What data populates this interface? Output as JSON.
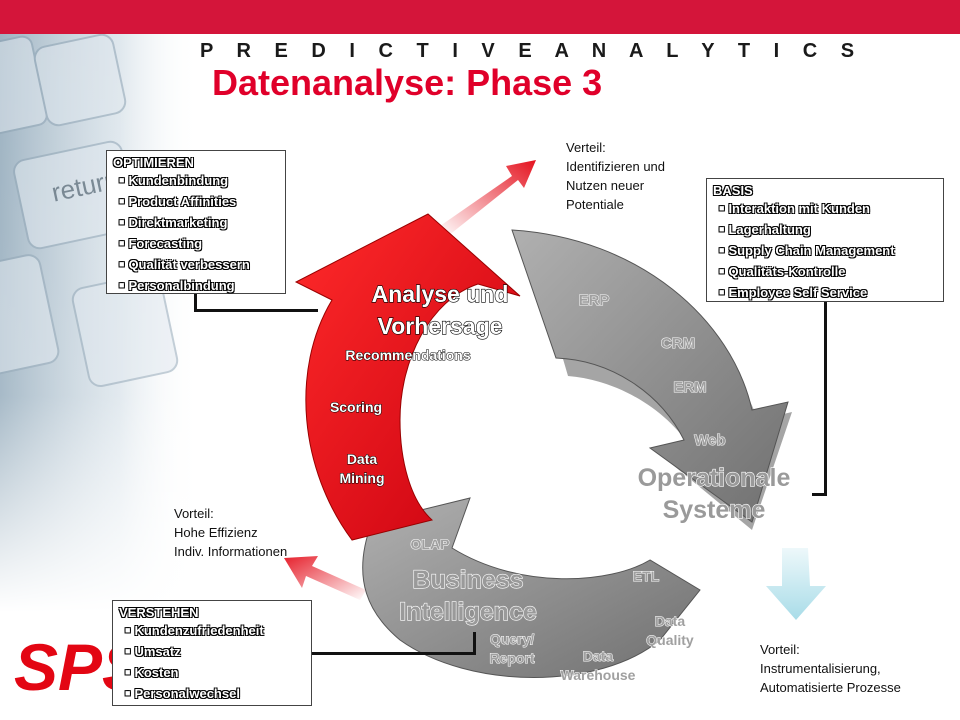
{
  "header": {
    "kicker": "P R E D I C T I V E   A N A L Y T I C S",
    "title": "Datenanalyse: Phase 3"
  },
  "colors": {
    "accent_red": "#e0002a",
    "segment_red": "#e30613",
    "segment_gray": "#8c8c8c",
    "arrow_cyan": "#a8dce8"
  },
  "background": {
    "key_label": "return",
    "logo_text": "SPSS"
  },
  "cycle": {
    "segments": {
      "analysis": {
        "label_line1": "Analyse und",
        "label_line2": "Vorhersage",
        "items": [
          "Recommendations",
          "Scoring",
          "Data",
          "Mining"
        ]
      },
      "operational": {
        "label_line1": "Operationale",
        "label_line2": "Systeme",
        "items": [
          "ERP",
          "CRM",
          "ERM",
          "Web"
        ]
      },
      "bi": {
        "label_line1": "Business",
        "label_line2": "Intelligence",
        "items": [
          "OLAP",
          "ETL",
          "Data",
          "Quality",
          "Query/",
          "Report",
          "Data",
          "Warehouse"
        ]
      }
    }
  },
  "boxes": {
    "optimieren": {
      "title": "OPTIMIEREN",
      "items": [
        "Kundenbindung",
        "Product Affinities",
        "Direktmarketing",
        "Forecasting",
        "Qualität verbessern",
        "Personalbindung"
      ]
    },
    "basis": {
      "title": "BASIS",
      "items": [
        "Interaktion mit Kunden",
        "Lagerhaltung",
        "Supply Chain Management",
        "Qualitäts-Kontrolle",
        "Employee Self Service"
      ]
    },
    "verstehen": {
      "title": "VERSTEHEN",
      "items": [
        "Kundenzufriedenheit",
        "Umsatz",
        "Kosten",
        "Personalwechsel"
      ]
    }
  },
  "notes": {
    "top": [
      "Verteil:",
      "Identifizieren und",
      "Nutzen neuer",
      "Potentiale"
    ],
    "left": [
      "Vorteil:",
      "Hohe Effizienz",
      "Indiv. Informationen"
    ],
    "bottom_right": [
      "Vorteil:",
      "Instrumentalisierung,",
      "Automatisierte Prozesse"
    ]
  }
}
